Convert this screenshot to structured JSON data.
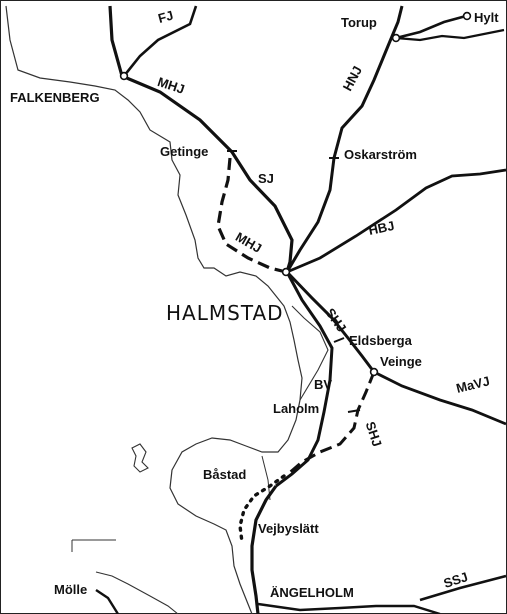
{
  "places": {
    "torup": "Torup",
    "hylte": "Hylt",
    "falkenberg": "FALKENBERG",
    "getinge": "Getinge",
    "oskarstrom": "Oskarström",
    "halmstad": "HALMSTAD",
    "eldsberga": "Eldsberga",
    "veinge": "Veinge",
    "laholm": "Laholm",
    "bastad": "Båstad",
    "vejbyslatt": "Vejbyslätt",
    "molle": "Mölle",
    "angelholm": "ÄNGELHOLM"
  },
  "lines": {
    "fj": "FJ",
    "mhj": "MHJ",
    "hnj": "HNJ",
    "sj": "SJ",
    "hbj": "HBJ",
    "shj": "SHJ",
    "bv": "BV",
    "mavj": "MaVJ",
    "ssj": "SSJ"
  },
  "colors": {
    "ink": "#111111",
    "coast": "#333333",
    "paper": "#ffffff"
  }
}
